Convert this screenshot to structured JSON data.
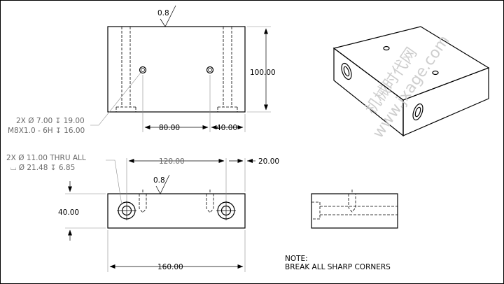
{
  "dimensions": {
    "surface_finish_top": "0.8",
    "surface_finish_front": "0.8",
    "height_100": "100.00",
    "spacing_80": "80.00",
    "edge_40_top": "40.00",
    "spacing_120": "120.00",
    "edge_20": "20.00",
    "thickness_40": "40.00",
    "length_160": "160.00"
  },
  "callouts": {
    "drill_line1": "2X  Ø 7.00  ↧ 19.00",
    "drill_line2": "M8X1.0 - 6H  ↧ 16.00",
    "thru_line1": "2X  Ø 11.00 THRU ALL",
    "thru_line2": "⌴  Ø 21.48  ↧ 6.85"
  },
  "note": {
    "title": "NOTE:",
    "text": "BREAK ALL SHARP CORNERS"
  },
  "watermark": {
    "cn": "机械时代网",
    "url": "www.jxage.com"
  }
}
